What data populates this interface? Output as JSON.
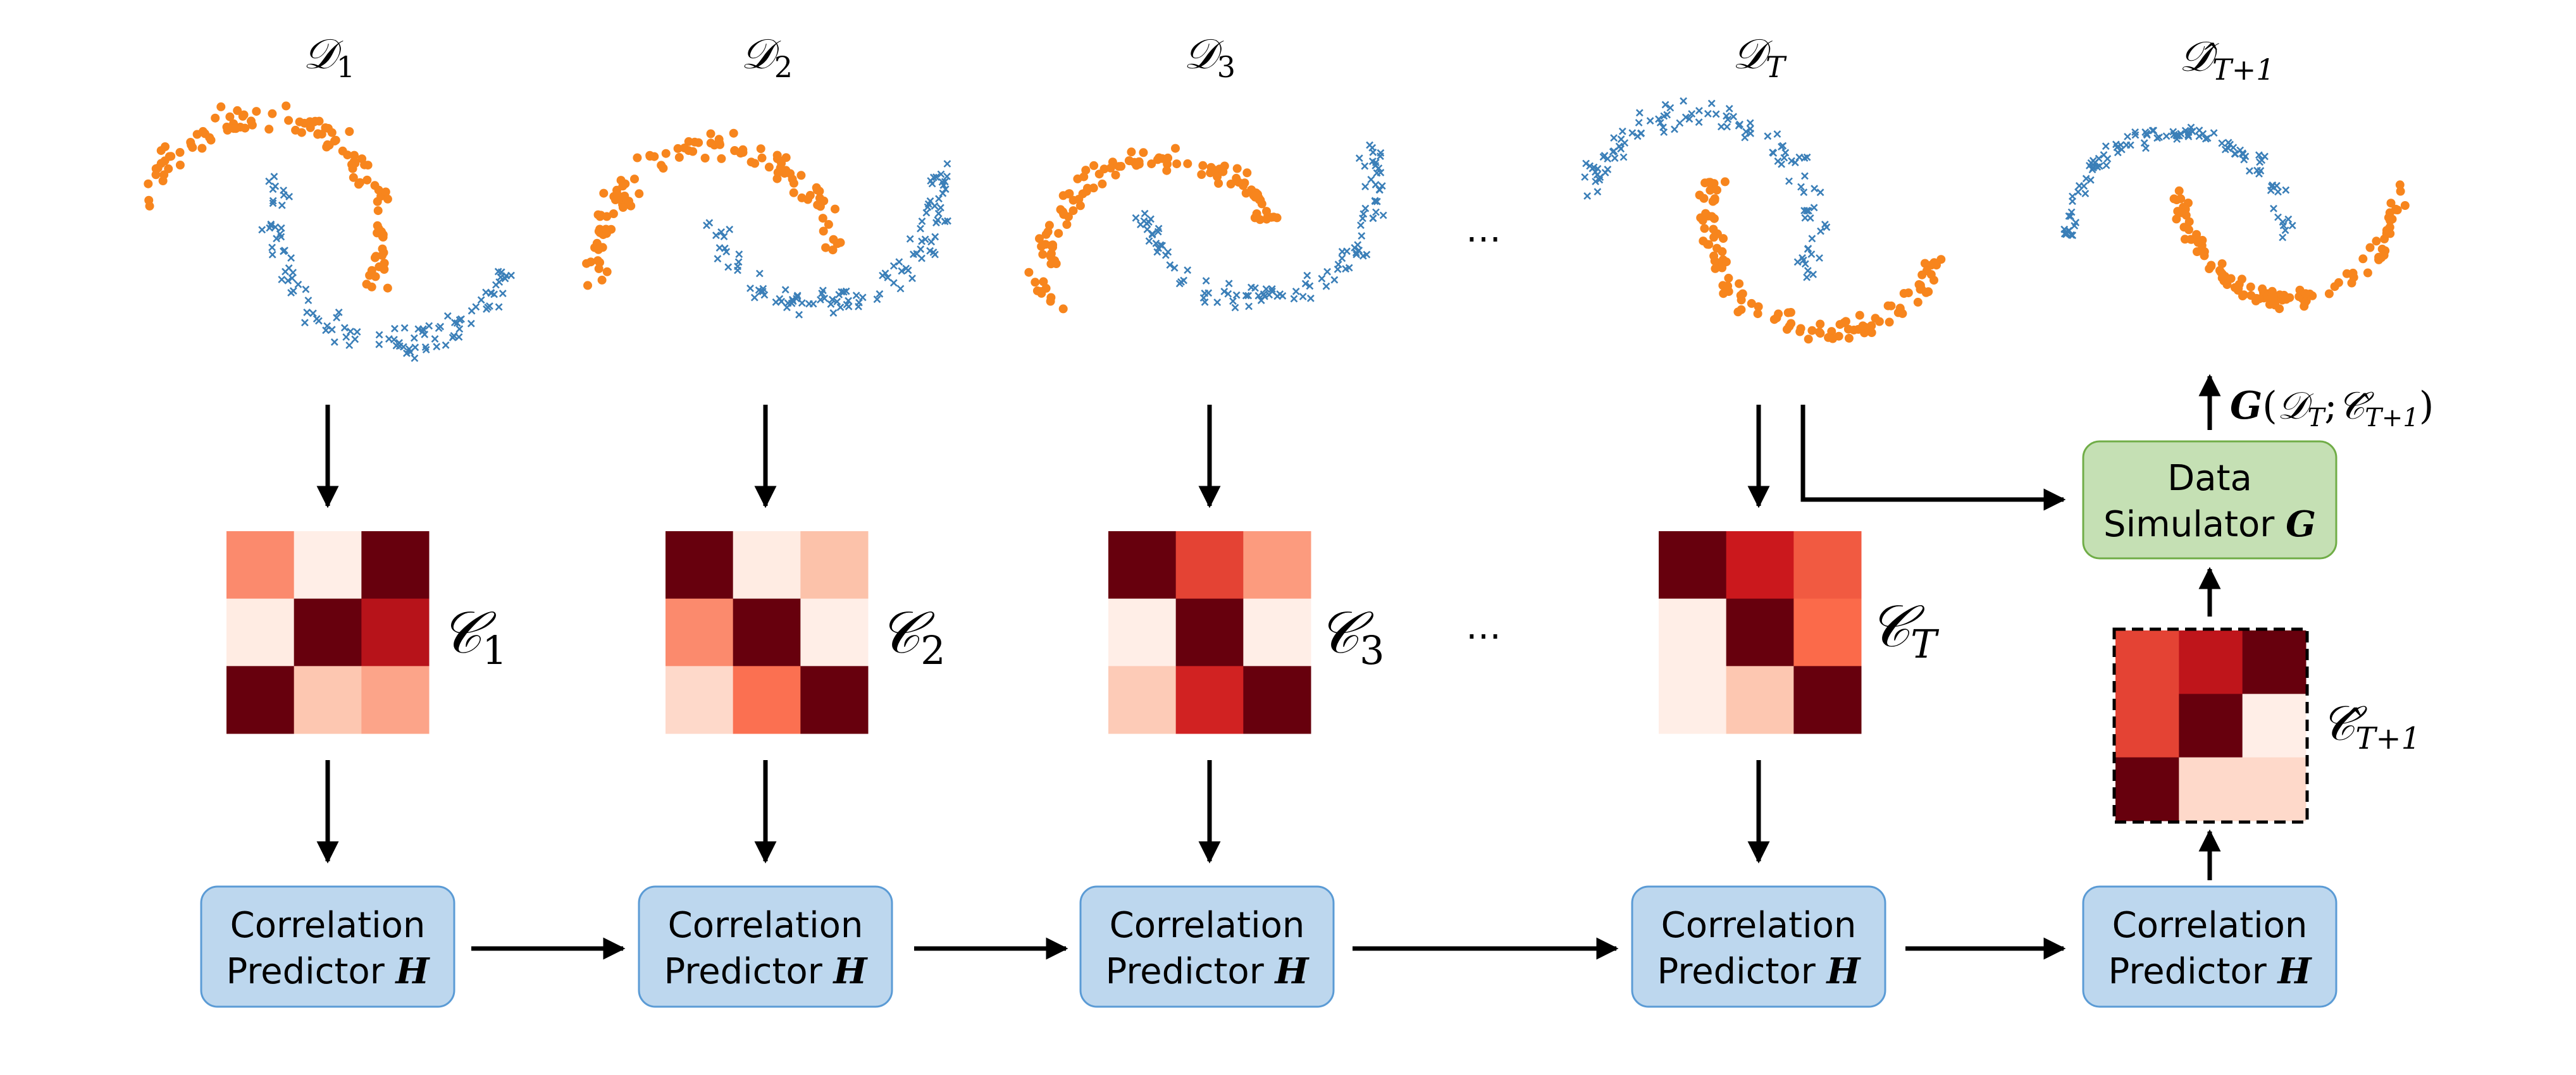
{
  "columns": [
    {
      "dataset": "𝒟",
      "dataset_sub": "1",
      "corr": "𝒞",
      "corr_sub": "1",
      "predictor_line1": "Correlation",
      "predictor_line2": "Predictor",
      "predictor_symbol": "H",
      "matrix": [
        [
          0.4,
          0.03,
          1.0
        ],
        [
          0.04,
          1.0,
          0.8
        ],
        [
          1.0,
          0.2,
          0.32
        ]
      ]
    },
    {
      "dataset": "𝒟",
      "dataset_sub": "2",
      "corr": "𝒞",
      "corr_sub": "2",
      "predictor_line1": "Correlation",
      "predictor_line2": "Predictor",
      "predictor_symbol": "H",
      "matrix": [
        [
          1.0,
          0.04,
          0.22
        ],
        [
          0.4,
          1.0,
          0.03
        ],
        [
          0.12,
          0.48,
          1.0
        ]
      ]
    },
    {
      "dataset": "𝒟",
      "dataset_sub": "3",
      "corr": "𝒞",
      "corr_sub": "3",
      "predictor_line1": "Correlation",
      "predictor_line2": "Predictor",
      "predictor_symbol": "H",
      "matrix": [
        [
          1.0,
          0.62,
          0.35
        ],
        [
          0.03,
          1.0,
          0.03
        ],
        [
          0.18,
          0.72,
          1.0
        ]
      ]
    },
    {
      "dataset": "𝒟",
      "dataset_sub": "T",
      "corr": "𝒞",
      "corr_sub": "T",
      "predictor_line1": "Correlation",
      "predictor_line2": "Predictor",
      "predictor_symbol": "H",
      "matrix": [
        [
          1.0,
          0.75,
          0.55
        ],
        [
          0.03,
          1.0,
          0.5
        ],
        [
          0.03,
          0.2,
          1.0
        ]
      ]
    }
  ],
  "final": {
    "dataset": "𝒟̂",
    "dataset_sub": "T+1",
    "corr": "𝒞̂",
    "corr_sub": "T+1",
    "predictor_line1": "Correlation",
    "predictor_line2": "Predictor",
    "predictor_symbol": "H",
    "simulator_line1": "Data",
    "simulator_line2": "Simulator",
    "simulator_symbol": "G",
    "generator_fn": "G",
    "generator_args_open": "(",
    "generator_data": "𝒟",
    "generator_data_sub": "T",
    "generator_sep": ";",
    "generator_corr": "𝒞̂",
    "generator_corr_sub": "T+1",
    "generator_args_close": ")",
    "matrix": [
      [
        0.62,
        0.78,
        1.0
      ],
      [
        0.62,
        1.0,
        0.03
      ],
      [
        1.0,
        0.12,
        0.12
      ]
    ]
  },
  "ellipsis": "…",
  "colors": {
    "orange": "#f7851d",
    "blue": "#3b7fb8",
    "predictor_fill": "#bdd7ee",
    "predictor_stroke": "#5b9bd5",
    "simulator_fill": "#c5e0b4",
    "simulator_stroke": "#70ad47",
    "arrow": "#000000"
  },
  "icons": {
    "dataset": "two-moons-scatter-icon",
    "matrix": "heatmap-icon",
    "arrow": "arrow-icon"
  }
}
